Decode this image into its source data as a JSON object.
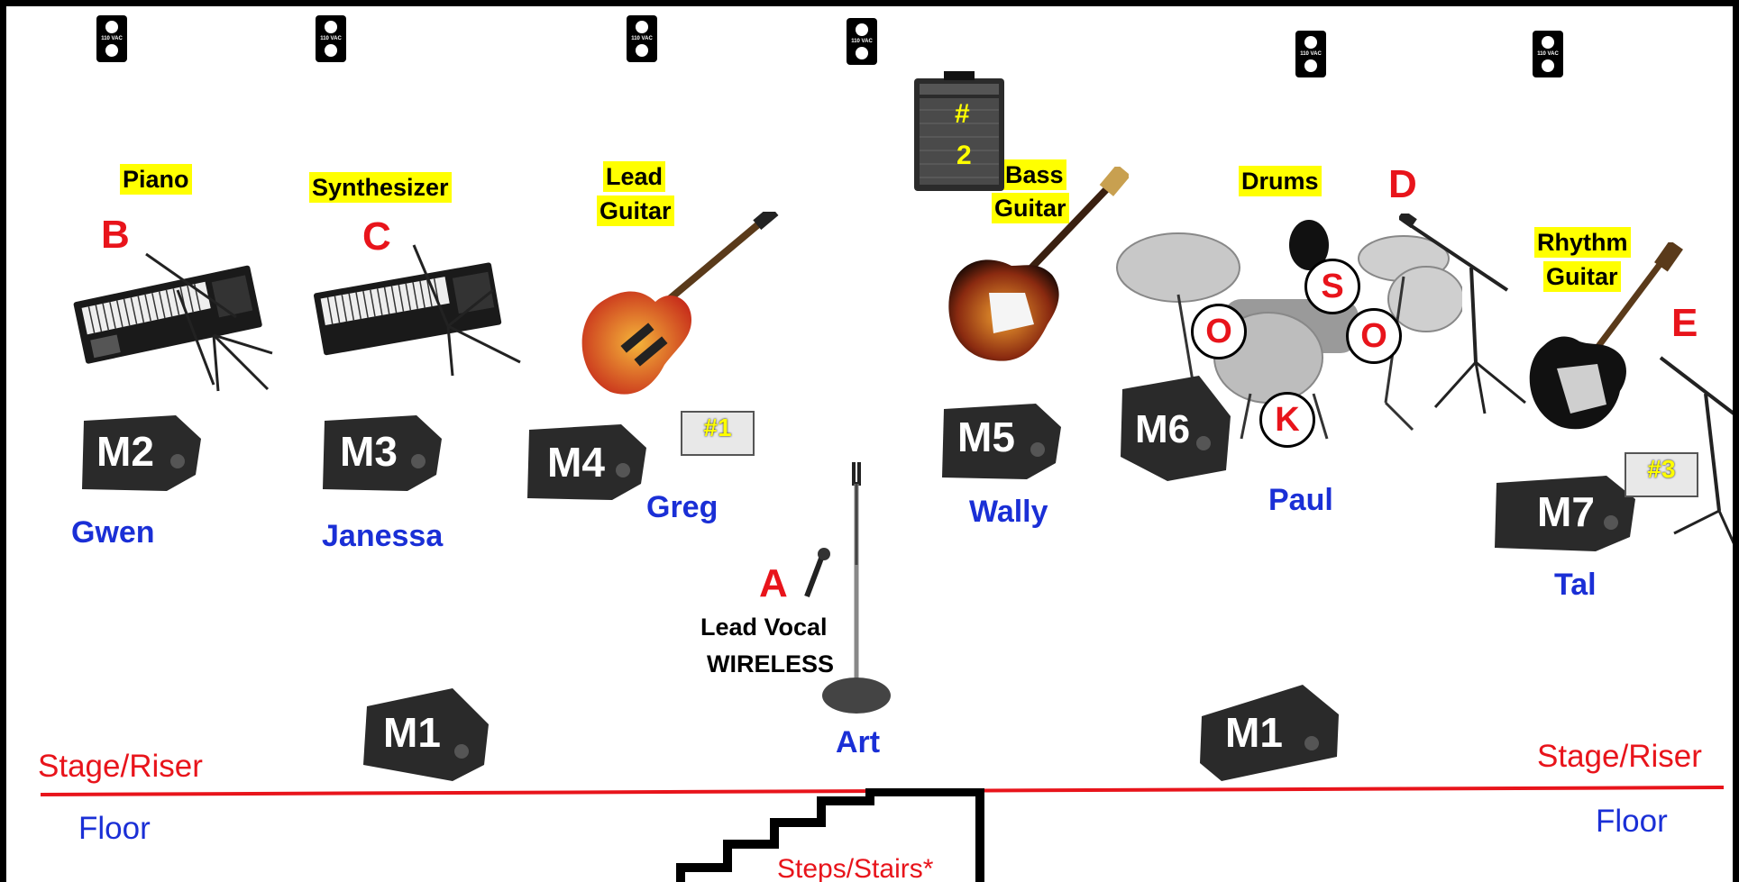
{
  "outlets": {
    "text": "110 VAC"
  },
  "instruments": {
    "piano": "Piano",
    "synthesizer": "Synthesizer",
    "lead_guitar": [
      "Lead",
      "Guitar"
    ],
    "bass_guitar": [
      "Bass",
      "Guitar"
    ],
    "drums": "Drums",
    "rhythm_guitar": [
      "Rhythm",
      "Guitar"
    ]
  },
  "mic_letters": {
    "a": "A",
    "b": "B",
    "c": "C",
    "d": "D",
    "e": "E"
  },
  "drum_mics": {
    "o_left": "O",
    "s": "S",
    "o_right": "O",
    "k": "K"
  },
  "monitors": {
    "m1_left": "M1",
    "m1_right": "M1",
    "m2": "M2",
    "m3": "M3",
    "m4": "M4",
    "m5": "M5",
    "m6": "M6",
    "m7": "M7"
  },
  "amps": {
    "amp1": "#1",
    "amp2": [
      "#",
      "2"
    ],
    "amp3": "#3"
  },
  "performers": {
    "gwen": "Gwen",
    "janessa": "Janessa",
    "greg": "Greg",
    "art": "Art",
    "wally": "Wally",
    "paul": "Paul",
    "tal": "Tal"
  },
  "vocal": {
    "line1": "Lead Vocal",
    "line2": "WIRELESS"
  },
  "zones": {
    "stage_left": "Stage/Riser",
    "stage_right": "Stage/Riser",
    "floor_left": "Floor",
    "floor_right": "Floor",
    "stairs": "Steps/Stairs*"
  },
  "colors": {
    "label_bg": "#ffff00",
    "mic_red": "#e8141b",
    "name_blue": "#1a2fd6",
    "stage_line": "#e8141b"
  }
}
